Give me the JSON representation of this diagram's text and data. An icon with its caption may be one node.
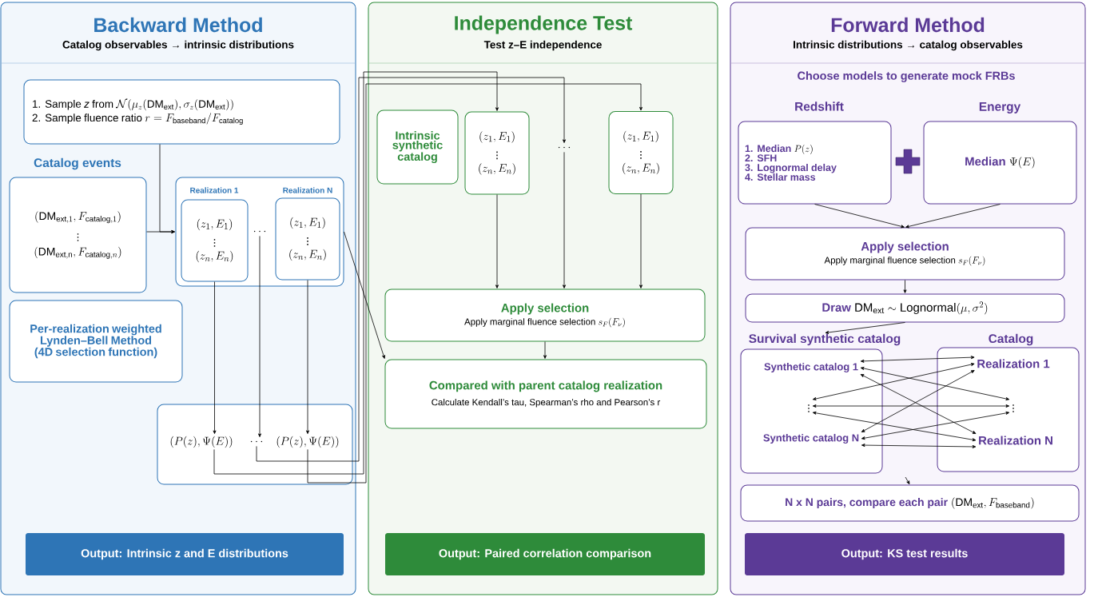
{
  "diagram": {
    "nodes": [
      {
        "text": [
          "Backward Method",
          "Catalog observables → intrinsic distributions"
        ]
      },
      {
        "text": [
          "1.  Sample *z* from",
          "\\mathcal{N}(\\mu_z(\\mathrm{DM}_{\\mathrm{ext}}),\\sigma_z(\\mathrm{DM}_{\\mathrm{ext}}))",
          "2.  Sample fluence ratio",
          "r = F_{\\mathrm{baseband}}/F_{\\mathrm{catalog}}"
        ],
        "in": 0
      },
      {
        "text": [
          "Catalog events",
          "(\\mathrm{DM}_{\\mathrm{ext},1},F_{\\mathrm{catalog},1})",
          "\\vdots",
          "(\\mathrm{DM}_{\\mathrm{ext,n}},F_{\\mathrm{catalog},n})"
        ],
        "in": 0
      },
      {
        "text": [],
        "shape": "box",
        "in": 0
      },
      {
        "text": [
          "Realization 1",
          "(z_1,E_1)",
          "\\vdots",
          "(z_n,E_n)"
        ],
        "in": 3
      },
      {
        "text": [
          "Realization N",
          "(z_1,E_1)",
          "\\vdots",
          "(z_n,E_n)"
        ],
        "in": 3
      },
      {
        "text": [
          "\\cdots"
        ],
        "in": 3
      },
      {
        "text": [
          "Per-realization weighted Lynden–Bell Method (4D selection function)"
        ],
        "in": 0
      },
      {
        "text": [],
        "shape": "box",
        "in": 0
      },
      {
        "text": [
          "(P(z),\\Psi(E))"
        ],
        "in": 8
      },
      {
        "text": [
          "\\cdots"
        ],
        "in": 8
      },
      {
        "text": [
          "(P(z),\\Psi(E))"
        ],
        "in": 8
      },
      {
        "text": [
          "Output: Intrinsic z and E distributions"
        ],
        "in": 0
      },
      {
        "text": [
          "Independence Test",
          "Test z–E independence"
        ]
      },
      {
        "text": [
          "Intrinsic synthetic catalog"
        ],
        "in": 13
      },
      {
        "text": [
          "(z_1,E_1)",
          "\\vdots",
          "(z_n,E_n)"
        ],
        "in": 13
      },
      {
        "text": [
          "\\cdots"
        ],
        "in": 13
      },
      {
        "text": [
          "(z_1,E_1)",
          "\\vdots",
          "(z_n,E_n)"
        ],
        "in": 13
      },
      {
        "text": [
          "Apply selection",
          "Apply marginal fluence selection",
          "s_F(F_\\nu)"
        ],
        "in": 13
      },
      {
        "text": [
          "Compared with parent catalog realization",
          "Calculate Kendall’s tau, Spearman’s rho and Pearson’s r"
        ],
        "in": 13
      },
      {
        "text": [
          "Output: Paired correlation comparison"
        ],
        "in": 13
      },
      {
        "text": [
          "Forward Method",
          "Intrinsic distributions → catalog observables"
        ]
      },
      {
        "text": [
          "Redshift",
          "1. Median",
          "P(z)",
          "2. SFH",
          "3. Lognormal delay",
          "4. Stellar mass"
        ],
        "in": 21
      },
      {
        "text": [
          "Energy",
          "Median",
          "\\Psi(E)"
        ],
        "in": 21
      },
      {
        "text": [
          "Apply selection",
          "Apply marginal fluence selection",
          "s_F(F_\\nu)"
        ],
        "in": 21
      },
      {
        "text": [
          "Draw",
          "\\mathrm{DM}_{\\mathrm{ext}}\\sim\\mathrm{Lognormal}(\\mu,\\sigma^2)"
        ],
        "in": 21
      },
      {
        "text": [
          "Survival synthetic catalog"
        ],
        "in": 21
      },
      {
        "text": [
          "Synthetic catalog 1"
        ],
        "in": 26
      },
      {
        "text": [
          "\\vdots"
        ],
        "in": 26
      },
      {
        "text": [
          "Synthetic catalog N"
        ],
        "in": 26
      },
      {
        "text": [
          "Catalog"
        ],
        "in": 21
      },
      {
        "text": [
          "Realization 1"
        ],
        "in": 30
      },
      {
        "text": [
          "\\vdots"
        ],
        "in": 30
      },
      {
        "text": [
          "Realization N"
        ],
        "in": 30
      },
      {
        "text": [
          "N x N pairs, compare each pair",
          "(\\mathrm{DM}_{\\mathrm{ext}},F_{\\mathrm{baseband}})"
        ],
        "in": 21
      },
      {
        "text": [
          "Output: KS test results"
        ],
        "in": 21
      }
    ],
    "edges": [
      {
        "from": 1,
        "to": 3,
        "arrow": "to"
      },
      {
        "from": 2,
        "to": 3,
        "arrow": "to"
      },
      {
        "from": 4,
        "to": 9,
        "arrow": "to"
      },
      {
        "from": 6,
        "to": 10,
        "arrow": "to"
      },
      {
        "from": 5,
        "to": 11,
        "arrow": "to"
      },
      {
        "from": 9,
        "to": 15,
        "arrow": "to"
      },
      {
        "from": 10,
        "to": 16,
        "arrow": "to"
      },
      {
        "from": 11,
        "to": 17,
        "arrow": "to"
      },
      {
        "from": 3,
        "to": 19,
        "arrow": "to"
      },
      {
        "from": 15,
        "to": 18,
        "arrow": "to"
      },
      {
        "from": 16,
        "to": 18,
        "arrow": "to"
      },
      {
        "from": 17,
        "to": 18,
        "arrow": "to"
      },
      {
        "from": 18,
        "to": 19,
        "arrow": "to"
      },
      {
        "from": 22,
        "to": 24,
        "arrow": "to"
      },
      {
        "from": 23,
        "to": 24,
        "arrow": "to"
      },
      {
        "from": 24,
        "to": 25,
        "arrow": "to"
      },
      {
        "from": 25,
        "to": 26,
        "arrow": "to"
      },
      {
        "from": 27,
        "to": 31,
        "arrow": "both"
      },
      {
        "from": 27,
        "to": 32,
        "arrow": "both"
      },
      {
        "from": 27,
        "to": 33,
        "arrow": "both"
      },
      {
        "from": 28,
        "to": 31,
        "arrow": "both"
      },
      {
        "from": 28,
        "to": 32,
        "arrow": "both"
      },
      {
        "from": 28,
        "to": 33,
        "arrow": "both"
      },
      {
        "from": 29,
        "to": 31,
        "arrow": "both"
      },
      {
        "from": 29,
        "to": 32,
        "arrow": "both"
      },
      {
        "from": 29,
        "to": 33,
        "arrow": "both"
      },
      {
        "from": null,
        "to": 34,
        "arrow": "to"
      }
    ],
    "labels": [
      "Choose models to generate mock FRBs"
    ]
  }
}
